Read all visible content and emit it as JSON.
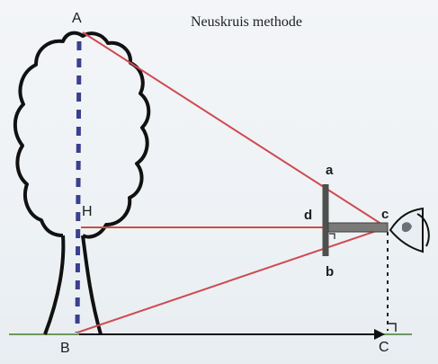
{
  "title": "Neuskruis methode",
  "labels": {
    "A": "A",
    "H": "H",
    "B": "B",
    "C": "C",
    "a": "a",
    "b": "b",
    "c": "c",
    "d": "d"
  },
  "colors": {
    "sightline": "#cf4a52",
    "trunk_axis": "#3a3f8f",
    "ground": "#6b9a5c",
    "outline": "#111111",
    "cross_staff": "#7a7a78"
  },
  "icons": {
    "tree": "tree-outline",
    "eye": "eye-icon",
    "cross_staff": "nose-cross-instrument"
  }
}
